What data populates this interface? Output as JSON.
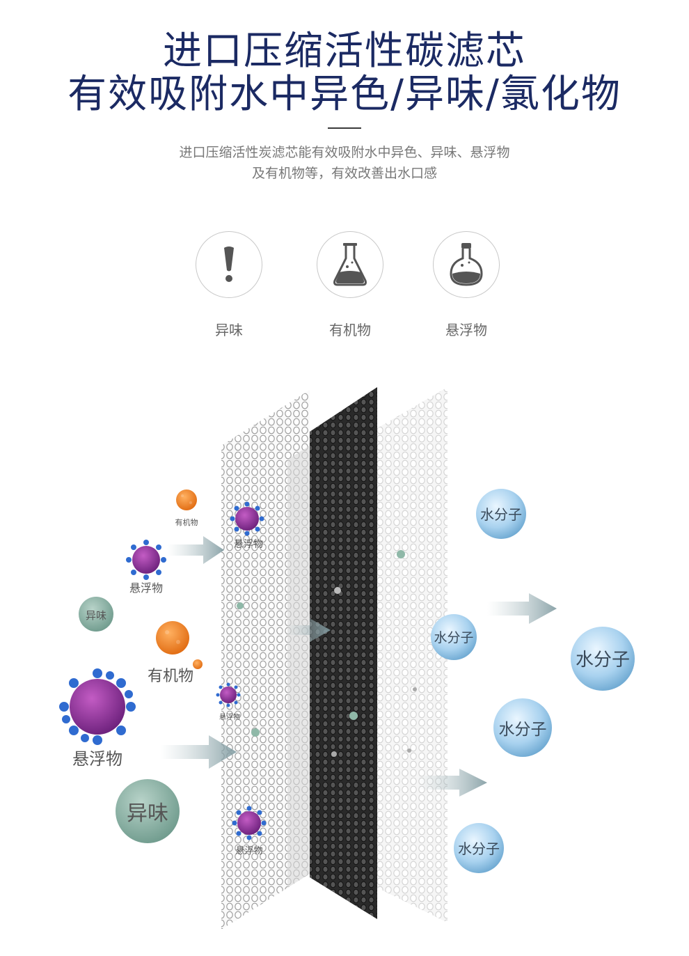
{
  "header": {
    "title_line1": "进口压缩活性碳滤芯",
    "title_line2": "有效吸附水中异色/异味/氯化物",
    "desc_line1": "进口压缩活性炭滤芯能有效吸附水中异色、异味、悬浮物",
    "desc_line2": "及有机物等，有效改善出水口感"
  },
  "features": [
    {
      "label": "异味",
      "icon": "exclamation-icon"
    },
    {
      "label": "有机物",
      "icon": "flask-icon"
    },
    {
      "label": "悬浮物",
      "icon": "stoppered-flask-icon"
    }
  ],
  "particles": {
    "organic": "有机物",
    "suspended": "悬浮物",
    "odor": "异味",
    "water": "水分子"
  },
  "colors": {
    "title": "#1b2a63",
    "organic": "#f08a2a",
    "suspended": "#8a2d8f",
    "suspended_spikes": "#2f6bd0",
    "odor": "#7fa79a",
    "water": "#8fc3e8"
  }
}
